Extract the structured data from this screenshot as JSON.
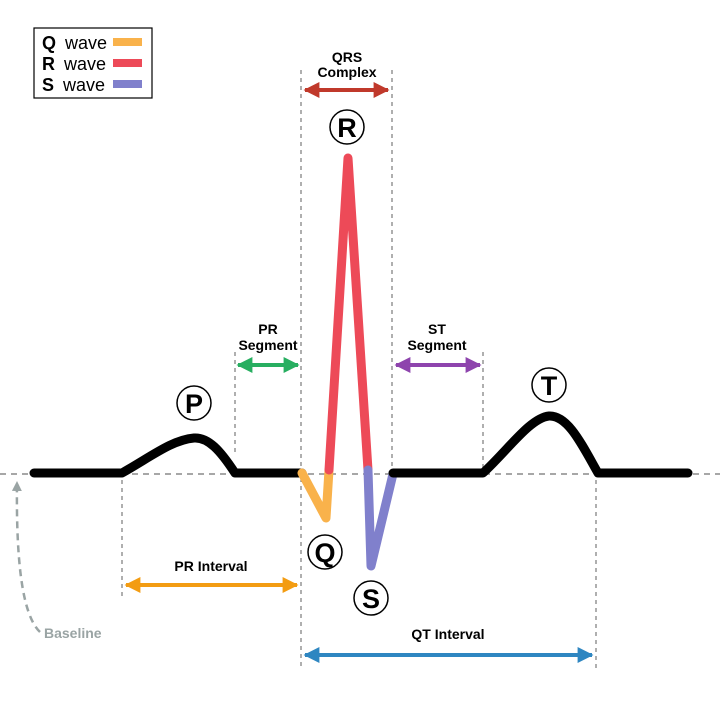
{
  "legend": {
    "items": [
      {
        "letter": "Q",
        "text": "wave",
        "color": "#f9b24b"
      },
      {
        "letter": "R",
        "text": "wave",
        "color": "#ed4a58"
      },
      {
        "letter": "S",
        "text": "wave",
        "color": "#8080cc"
      }
    ]
  },
  "waves": {
    "p": "P",
    "q": "Q",
    "r": "R",
    "s": "S",
    "t": "T"
  },
  "labels": {
    "qrs_complex_line1": "QRS",
    "qrs_complex_line2": "Complex",
    "pr_segment_line1": "PR",
    "pr_segment_line2": "Segment",
    "st_segment_line1": "ST",
    "st_segment_line2": "Segment",
    "pr_interval": "PR Interval",
    "qt_interval": "QT Interval",
    "baseline": "Baseline"
  },
  "colors": {
    "trace": "#000000",
    "q_wave": "#f9b24b",
    "r_wave": "#ed4a58",
    "s_wave": "#8080cc",
    "qrs_arrow": "#c0392b",
    "pr_segment_arrow": "#27ae60",
    "st_segment_arrow": "#8e44ad",
    "pr_interval_arrow": "#f39c12",
    "qt_interval_arrow": "#2e86c1",
    "baseline": "#9aa4a4"
  }
}
